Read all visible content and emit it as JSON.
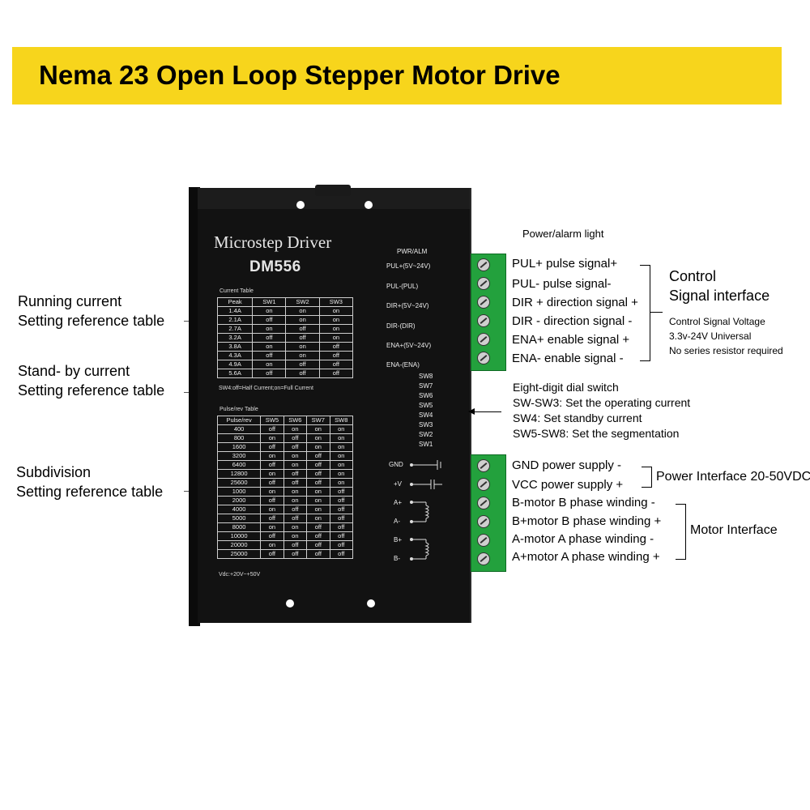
{
  "banner": {
    "title": "Nema 23 Open Loop Stepper Motor Drive",
    "color": "#f7d51c"
  },
  "left_labels": [
    {
      "line1": "Running current",
      "line2": "Setting reference table"
    },
    {
      "line1": "Stand- by current",
      "line2": "Setting reference table"
    },
    {
      "line1": "Subdivision",
      "line2": "Setting reference table"
    }
  ],
  "driver": {
    "brand": "Microstep Driver",
    "model": "DM556",
    "current_table": {
      "title": "Current Table",
      "headers": [
        "Peak",
        "SW1",
        "SW2",
        "SW3"
      ],
      "rows": [
        [
          "1.4A",
          "on",
          "on",
          "on"
        ],
        [
          "2.1A",
          "off",
          "on",
          "on"
        ],
        [
          "2.7A",
          "on",
          "off",
          "on"
        ],
        [
          "3.2A",
          "off",
          "off",
          "on"
        ],
        [
          "3.8A",
          "on",
          "on",
          "off"
        ],
        [
          "4.3A",
          "off",
          "on",
          "off"
        ],
        [
          "4.9A",
          "on",
          "off",
          "off"
        ],
        [
          "5.6A",
          "off",
          "off",
          "off"
        ]
      ]
    },
    "sw4_note": "SW4:off=Half Current;on=Full Current",
    "pulse_table": {
      "title": "Pulse/rev Table",
      "headers": [
        "Pulse/rev",
        "SW5",
        "SW6",
        "SW7",
        "SW8"
      ],
      "rows": [
        [
          "400",
          "off",
          "on",
          "on",
          "on"
        ],
        [
          "800",
          "on",
          "off",
          "on",
          "on"
        ],
        [
          "1600",
          "off",
          "off",
          "on",
          "on"
        ],
        [
          "3200",
          "on",
          "on",
          "off",
          "on"
        ],
        [
          "6400",
          "off",
          "on",
          "off",
          "on"
        ],
        [
          "12800",
          "on",
          "off",
          "off",
          "on"
        ],
        [
          "25600",
          "off",
          "off",
          "off",
          "on"
        ],
        [
          "1000",
          "on",
          "on",
          "on",
          "off"
        ],
        [
          "2000",
          "off",
          "on",
          "on",
          "off"
        ],
        [
          "4000",
          "on",
          "off",
          "on",
          "off"
        ],
        [
          "5000",
          "off",
          "off",
          "on",
          "off"
        ],
        [
          "8000",
          "on",
          "on",
          "off",
          "off"
        ],
        [
          "10000",
          "off",
          "on",
          "off",
          "off"
        ],
        [
          "20000",
          "on",
          "off",
          "off",
          "off"
        ],
        [
          "25000",
          "off",
          "off",
          "off",
          "off"
        ]
      ]
    },
    "vdc_note": "Vdc:+20V~+50V",
    "pwr_alm": "PWR/ALM",
    "signal_pins": [
      "PUL+(5V~24V)",
      "PUL-(PUL)",
      "DIR+(5V~24V)",
      "DIR-(DIR)",
      "ENA+(5V~24V)",
      "ENA-(ENA)"
    ],
    "switches": [
      "SW8",
      "SW7",
      "SW6",
      "SW5",
      "SW4",
      "SW3",
      "SW2",
      "SW1"
    ],
    "power_pins": [
      "GND",
      "+V"
    ],
    "motor_pins": [
      "A+",
      "A-",
      "B+",
      "B-"
    ],
    "terminal_color": "#23a13d"
  },
  "annotations": {
    "power_alarm_light": "Power/alarm light",
    "control_signals": [
      "PUL+ pulse signal+",
      "PUL- pulse signal-",
      "DIR + direction signal +",
      "DIR - direction signal -",
      "ENA+ enable signal +",
      "ENA- enable signal -"
    ],
    "control_title_1": "Control",
    "control_title_2": "Signal interface",
    "control_voltage": [
      "Control Signal Voltage",
      "3.3v-24V Universal",
      "No series resistor required"
    ],
    "dial": [
      "Eight-digit dial switch",
      "SW-SW3: Set the operating current",
      "SW4: Set standby current",
      "SW5-SW8: Set the segmentation"
    ],
    "power_signals": [
      "GND power supply -",
      "VCC power supply +"
    ],
    "power_title": "Power Interface 20-50VDC",
    "motor_signals": [
      "B-motor B phase winding -",
      "B+motor B phase winding +",
      "A-motor A phase winding -",
      "A+motor A phase winding +"
    ],
    "motor_title": "Motor Interface"
  }
}
